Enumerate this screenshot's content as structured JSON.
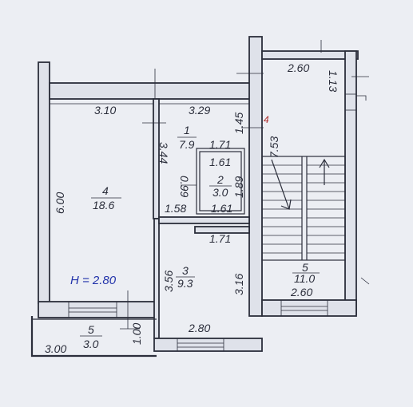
{
  "colors": {
    "paper": "#eceef3",
    "ink": "#2b2e3b",
    "accent_blue": "#2233aa",
    "accent_red": "#b03030"
  },
  "dimensions": {
    "d_310": "3.10",
    "d_329": "3.29",
    "d_260_top": "2.60",
    "d_113": "1.13",
    "d_145": "1.45",
    "d_171_top": "1.71",
    "d_753": "7.53",
    "d_344": "3.44",
    "d_161_top": "1.61",
    "d_099": "0.99",
    "d_189": "1.89",
    "d_600": "6.00",
    "d_158": "1.58",
    "d_161_bottom": "1.61",
    "d_171_bottom": "1.71",
    "d_356": "3.56",
    "d_316": "3.16",
    "d_260_bottom": "2.60",
    "d_100": "1.00",
    "d_280": "2.80",
    "d_300": "3.00"
  },
  "rooms": [
    {
      "number": "1",
      "area": "7.9"
    },
    {
      "number": "2",
      "area": "3.0"
    },
    {
      "number": "3",
      "area": "9.3"
    },
    {
      "number": "4",
      "area": "18.6"
    },
    {
      "number": "5",
      "area": "3.0"
    },
    {
      "number": "5",
      "area": "11.0"
    }
  ],
  "height_label": "H = 2.80",
  "marker_4": "4"
}
